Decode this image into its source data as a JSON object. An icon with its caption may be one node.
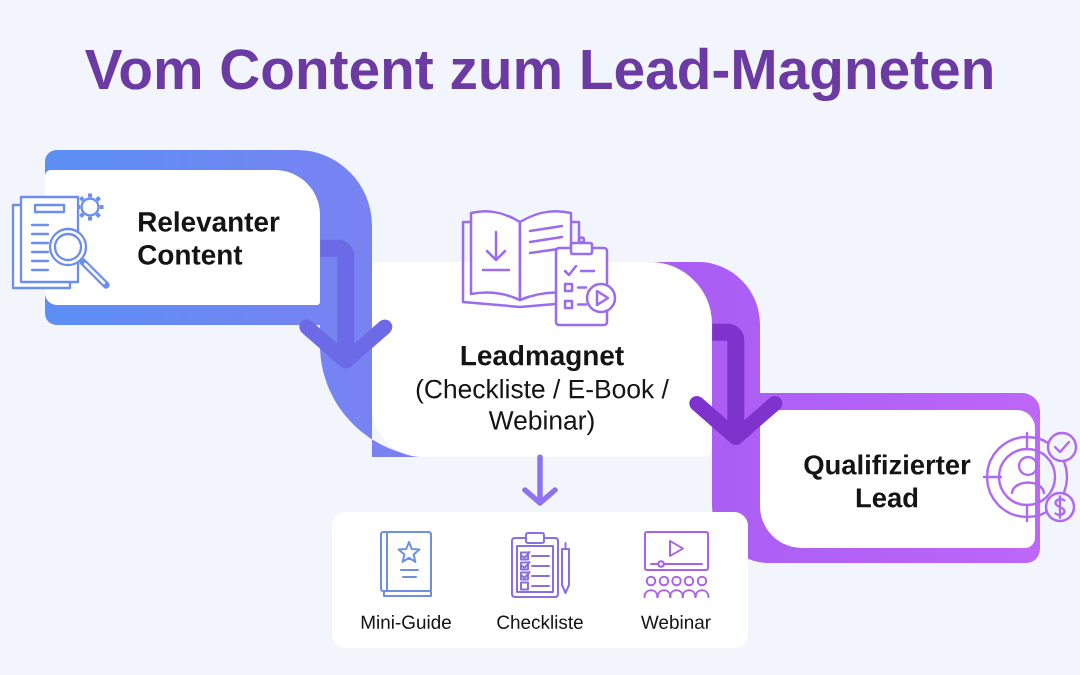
{
  "diagram": {
    "title": "Vom Content zum Lead-Magneten",
    "nodes": [
      {
        "text": [
          "Relevanter Content"
        ]
      },
      {
        "text": [
          "Leadmagnet",
          "(Checkliste / E-Book / Webinar)"
        ]
      },
      {
        "text": [
          "Qualifizierter Lead"
        ]
      },
      {
        "text": [
          "Mini-Guide",
          "Checkliste",
          "Webinar"
        ]
      }
    ],
    "edges": [
      {
        "from": 0,
        "to": 1,
        "arrow": "to",
        "color": "#6d6ae8"
      },
      {
        "from": 1,
        "to": 2,
        "arrow": "to",
        "color": "#7e33cc"
      },
      {
        "from": 1,
        "to": 3,
        "arrow": "to"
      }
    ]
  }
}
